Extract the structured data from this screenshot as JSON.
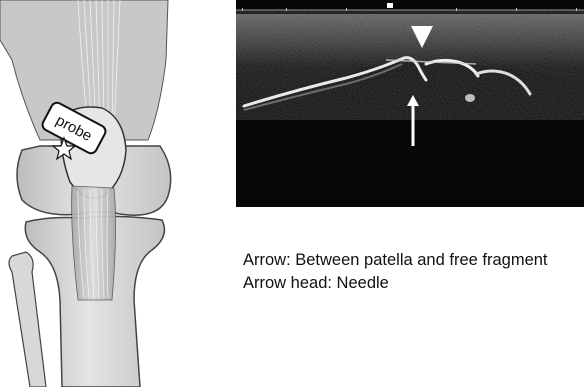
{
  "illustration": {
    "probe_label": "probe"
  },
  "captions": {
    "arrow": "Arrow:  Between patella and free fragment",
    "arrow_head": "Arrow head: Needle"
  },
  "colors": {
    "background": "#ffffff",
    "ultrasound_background": "#070707",
    "bone": "#d6d6d6",
    "tendon": "#bcbcbc",
    "outline": "#333333"
  }
}
